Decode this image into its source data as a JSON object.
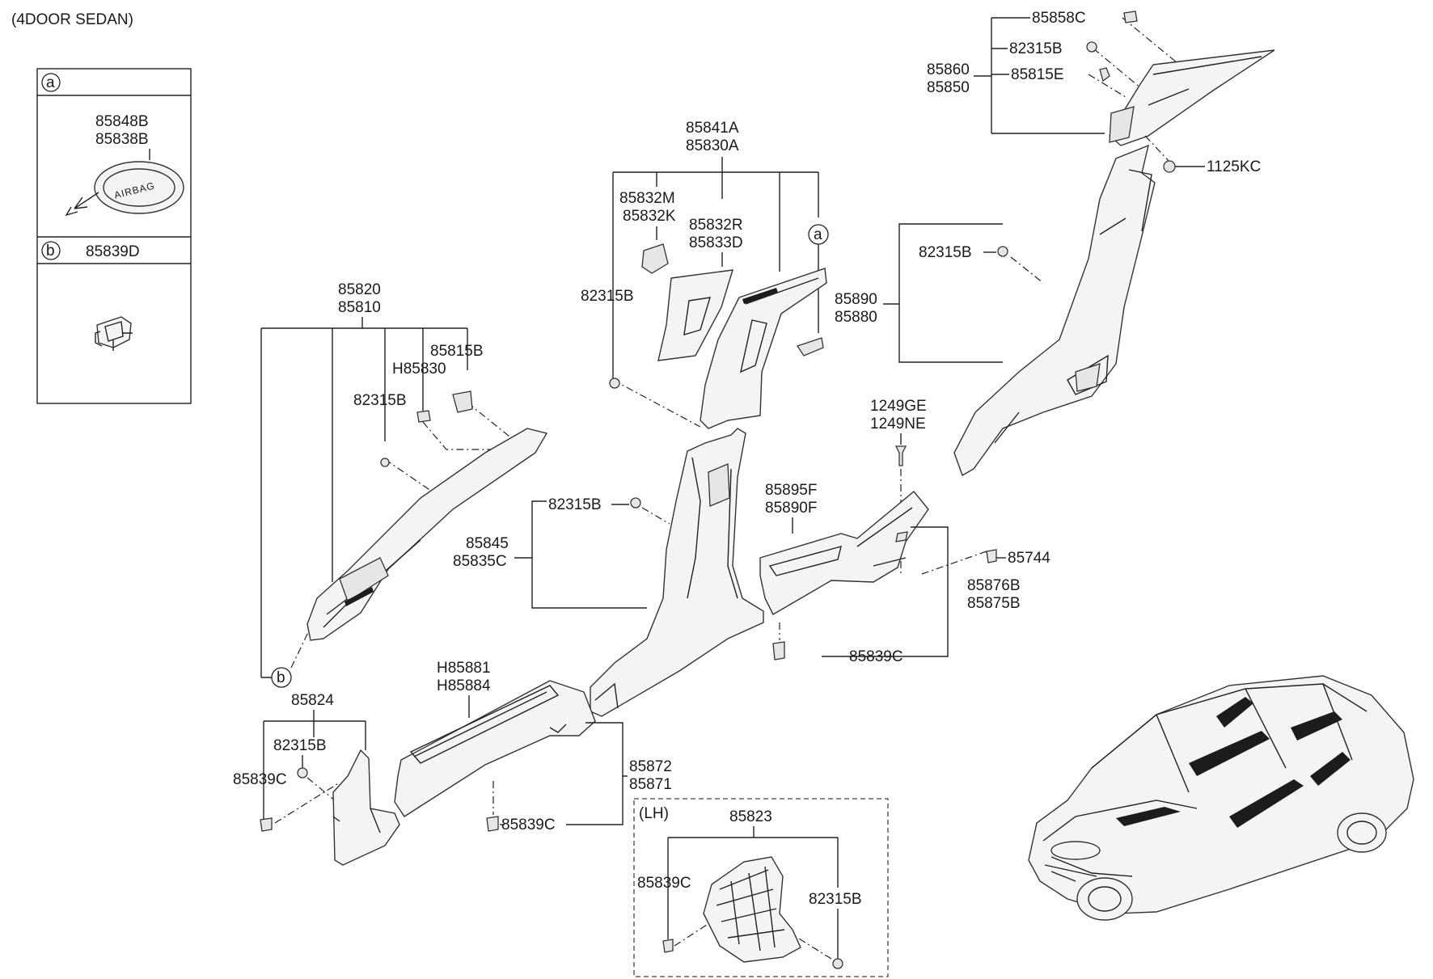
{
  "header": {
    "title": "(4DOOR SEDAN)"
  },
  "legend": {
    "a": {
      "marker": "a",
      "labels": [
        "85848B",
        "85838B"
      ]
    },
    "b": {
      "marker": "b",
      "labels": [
        "85839D"
      ]
    }
  },
  "callouts": {
    "c_85841A": "85841A",
    "c_85830A": "85830A",
    "c_85832M": "85832M",
    "c_85832K": "85832K",
    "c_85832R": "85832R",
    "c_85833D": "85833D",
    "c_82315B_bpillar": "82315B",
    "c_marker_a": "a",
    "c_85820": "85820",
    "c_85810": "85810",
    "c_85815B": "85815B",
    "c_H85830": "H85830",
    "c_82315B_apillar": "82315B",
    "c_marker_b": "b",
    "c_85858C": "85858C",
    "c_82315B_cpillar": "82315B",
    "c_85860": "85860",
    "c_85850": "85850",
    "c_85815E": "85815E",
    "c_1125KC": "1125KC",
    "c_82315B_quarter": "82315B",
    "c_85890": "85890",
    "c_85880": "85880",
    "c_1249GE": "1249GE",
    "c_1249NE": "1249NE",
    "c_85895F": "85895F",
    "c_85890F": "85890F",
    "c_82315B_center": "82315B",
    "c_85845": "85845",
    "c_85835C": "85835C",
    "c_85744": "85744",
    "c_85876B": "85876B",
    "c_85875B": "85875B",
    "c_85839C_rear": "85839C",
    "c_85824": "85824",
    "c_82315B_cowl": "82315B",
    "c_85839C_cowl": "85839C",
    "c_H85881": "H85881",
    "c_H85884": "H85884",
    "c_85872": "85872",
    "c_85871": "85871",
    "c_85839C_sill": "85839C",
    "c_LH": "(LH)",
    "c_85823": "85823",
    "c_85839C_lh": "85839C",
    "c_82315B_lh": "82315B"
  },
  "icons": [
    "airbag-emblem-icon",
    "clip-icon",
    "car-illustration"
  ],
  "emblem_text": "AIRBAG"
}
